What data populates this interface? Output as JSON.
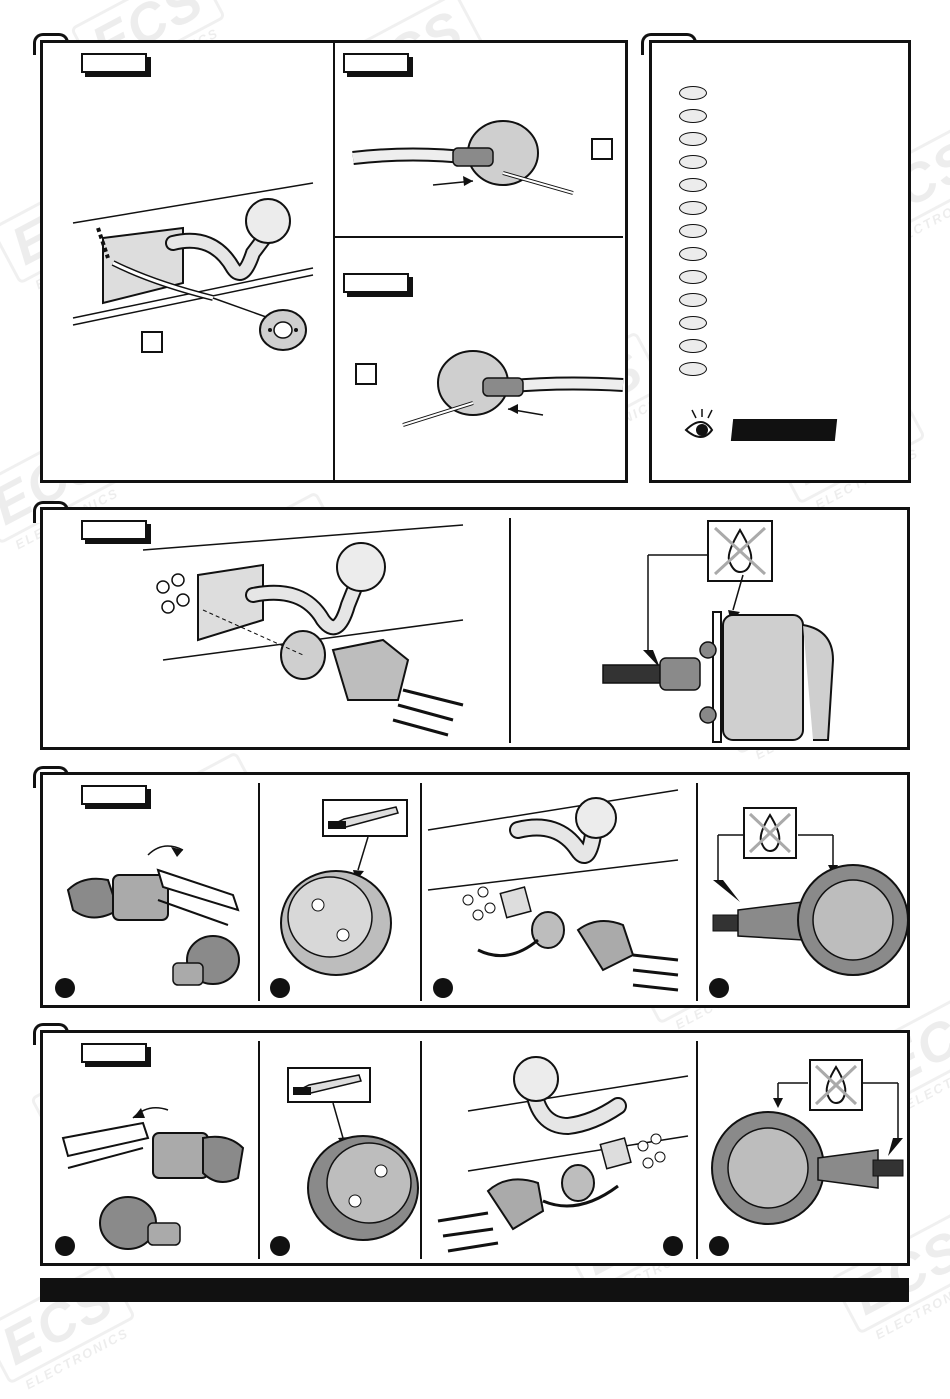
{
  "brand": {
    "watermark_logo": "ECS",
    "watermark_sub": "ELECTRONICS"
  },
  "colors": {
    "line": "#111111",
    "part_fill": "#cfcfcf",
    "part_dark": "#8a8a8a",
    "watermark": "#000000"
  },
  "icons": {
    "eye": "eye-icon",
    "no_water": "no-water-drop-icon",
    "knife": "knife-icon",
    "arrow": "arrow-icon"
  },
  "step1": {
    "sub_steps": 3
  },
  "legend": {
    "wire_colors": 13
  },
  "step3": {
    "sub_steps": 4
  },
  "step4": {
    "sub_steps": 4
  }
}
